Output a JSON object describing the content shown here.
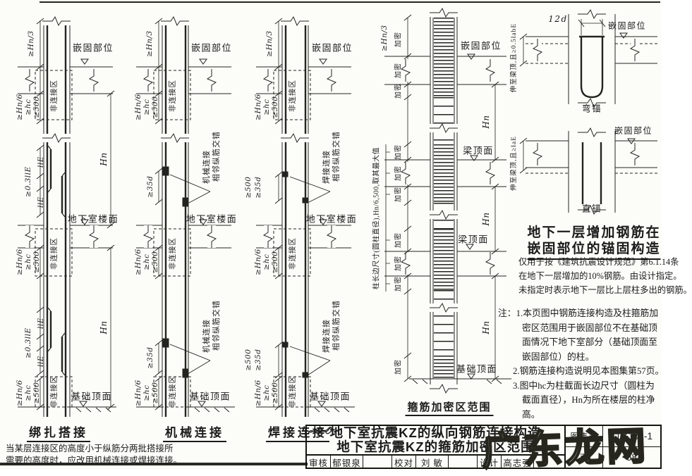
{
  "watermark": "广东龙网",
  "shared": {
    "dim_hn3": "≥Hn/3",
    "dim_hn6": "≥Hn/6",
    "dim_hc": "≥hc",
    "dim_500": "≥500",
    "dim_35d": "≥35d",
    "dim_lle": "llE",
    "dim_03lle": "≥0.3llE",
    "dim_hn": "Hn",
    "label_embed": "嵌固部位",
    "label_basement_floor": "地下室楼面",
    "label_foundation_top": "基础顶面",
    "label_beam_top": "梁顶面",
    "label_nonsplice": "非连接区",
    "label_dense": "加密",
    "label_adjacent": "相邻纵筋交错"
  },
  "col1": {
    "title": "绑扎搭接"
  },
  "col2": {
    "title": "机械连接",
    "callout": "机械连接"
  },
  "col3": {
    "title": "焊接连接",
    "callout": "焊接连接"
  },
  "col4": {
    "title": "箍筋加密区范围",
    "side_note": "柱长边尺寸(圆柱直径),Hn/6,500,取其最大值"
  },
  "detail": {
    "dim_12d": "12d",
    "bend_note": "伸至梁顶,且≥0.5labE",
    "bend_caption": "弯锚",
    "straight_note": "伸至梁顶,且≥laE",
    "straight_caption": "直锚",
    "heading1": "地下一层增加钢筋在",
    "heading2": "嵌固部位的锚固构造",
    "para": [
      "仅用于按《建筑抗震设计规范》第6.1.14条",
      "在地下一层增加的10%钢筋。由设计指定。",
      "未指定时表示地下一层比上层柱多出的钢筋。"
    ]
  },
  "notes": {
    "lines": [
      "注：1.本页图中钢筋连接构造及柱箍筋加",
      "密区范围用于嵌固部位不在基础顶",
      "面情况下地下室部分（基础顶面至",
      "嵌固部位）的柱。",
      "2.钢筋连接构造说明见本图集第57页。",
      "3.图中hc为柱截面长边尺寸（圆柱为",
      "截面直径），Hn为所在楼层的柱净",
      "高。"
    ]
  },
  "bottom_note": [
    "当某层连接区的高度小于纵筋分两批搭接所",
    "需要的高度时，应改用机械连接或焊接连接。"
  ],
  "titleblock": {
    "line1": "地下室抗震KZ的纵向钢筋连接构造",
    "line2": "地下室抗震KZ的箍筋加密区范围",
    "atlas_label": "图集号",
    "atlas_no": "11G101-1",
    "page_label": "页",
    "page_no": "58",
    "staff": [
      {
        "role": "审核",
        "name": "郁银泉"
      },
      {
        "role": "校对",
        "name": "刘  敏"
      },
      {
        "role": "设计",
        "name": "高志强"
      }
    ]
  }
}
